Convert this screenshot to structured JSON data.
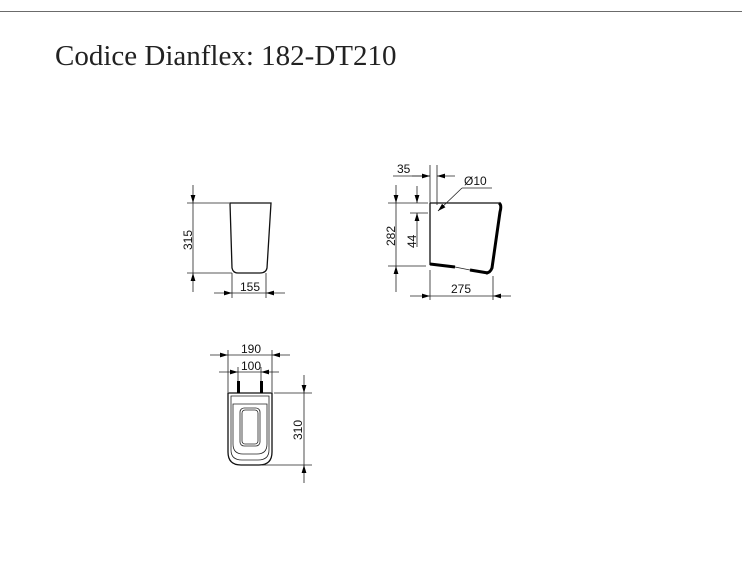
{
  "title": "Codice Dianflex: 182-DT210",
  "drawing": {
    "front_view": {
      "height": "315",
      "width": "155"
    },
    "side_view": {
      "top_offset": "35",
      "hole_diameter": "Ø10",
      "height": "282",
      "hole_drop": "44",
      "depth": "275"
    },
    "top_view": {
      "outer_width": "190",
      "hinge_spacing": "100",
      "length": "310"
    }
  }
}
